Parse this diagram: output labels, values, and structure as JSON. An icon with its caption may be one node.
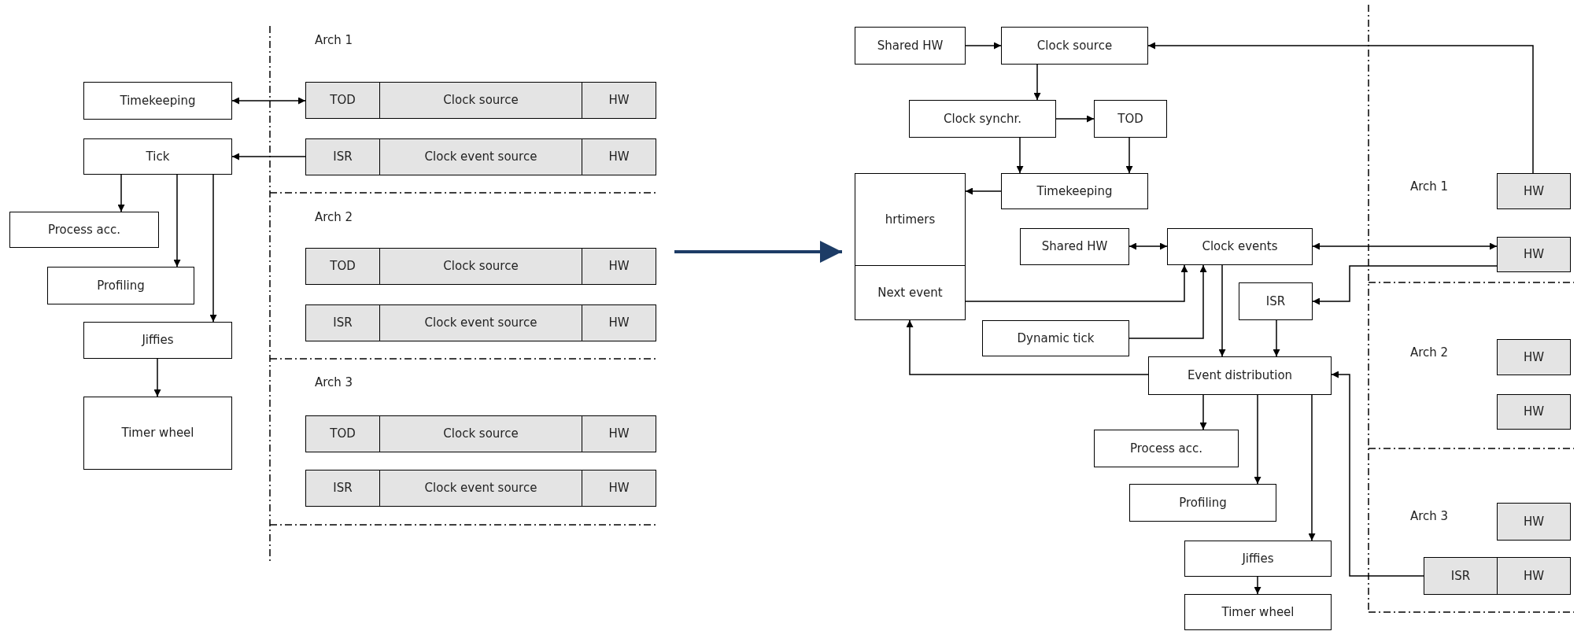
{
  "diagram": {
    "nodes": [
      {
        "text": [
          "Timekeeping"
        ]
      },
      {
        "text": [
          "Tick"
        ]
      },
      {
        "text": [
          "Process acc."
        ]
      },
      {
        "text": [
          "Profiling"
        ]
      },
      {
        "text": [
          "Jiffies"
        ]
      },
      {
        "text": [
          "Timer wheel"
        ]
      },
      {
        "text": [
          "TOD"
        ]
      },
      {
        "text": [
          "Clock source"
        ]
      },
      {
        "text": [
          "HW"
        ]
      },
      {
        "text": [
          "ISR"
        ]
      },
      {
        "text": [
          "Clock event source"
        ]
      },
      {
        "text": [
          "HW"
        ]
      },
      {
        "text": [
          "TOD"
        ]
      },
      {
        "text": [
          "Clock source"
        ]
      },
      {
        "text": [
          "HW"
        ]
      },
      {
        "text": [
          "ISR"
        ]
      },
      {
        "text": [
          "Clock event source"
        ]
      },
      {
        "text": [
          "HW"
        ]
      },
      {
        "text": [
          "TOD"
        ]
      },
      {
        "text": [
          "Clock source"
        ]
      },
      {
        "text": [
          "HW"
        ]
      },
      {
        "text": [
          "ISR"
        ]
      },
      {
        "text": [
          "Clock event source"
        ]
      },
      {
        "text": [
          "HW"
        ]
      },
      {
        "text": [
          "Shared HW"
        ]
      },
      {
        "text": [
          "Clock source"
        ]
      },
      {
        "text": [
          "Clock synchr."
        ]
      },
      {
        "text": [
          "TOD"
        ]
      },
      {
        "text": [
          "Timekeeping"
        ]
      },
      {
        "text": [
          "hrtimers"
        ]
      },
      {
        "text": [
          "Next event"
        ]
      },
      {
        "text": [
          "Shared HW"
        ]
      },
      {
        "text": [
          "Clock events"
        ]
      },
      {
        "text": [
          "ISR"
        ]
      },
      {
        "text": [
          "Dynamic tick"
        ]
      },
      {
        "text": [
          "Event distribution"
        ]
      },
      {
        "text": [
          "Process acc."
        ]
      },
      {
        "text": [
          "Profiling"
        ]
      },
      {
        "text": [
          "Jiffies"
        ]
      },
      {
        "text": [
          "Timer wheel"
        ]
      },
      {
        "text": [
          "HW"
        ]
      },
      {
        "text": [
          "HW"
        ]
      },
      {
        "text": [
          "HW"
        ]
      },
      {
        "text": [
          "HW"
        ]
      },
      {
        "text": [
          "HW"
        ]
      },
      {
        "text": [
          "ISR"
        ]
      },
      {
        "text": [
          "HW"
        ]
      }
    ],
    "edges": [
      {
        "from": 0,
        "to": 6,
        "arrow": "both"
      },
      {
        "from": 9,
        "to": 1,
        "arrow": "to"
      },
      {
        "from": 1,
        "to": 2,
        "arrow": "to"
      },
      {
        "from": 1,
        "to": 3,
        "arrow": "to"
      },
      {
        "from": 1,
        "to": 4,
        "arrow": "to"
      },
      {
        "from": 4,
        "to": 5,
        "arrow": "to"
      },
      {
        "from": 24,
        "to": 25,
        "arrow": "to"
      },
      {
        "from": 40,
        "to": 25,
        "arrow": "to"
      },
      {
        "from": 25,
        "to": 26,
        "arrow": "to"
      },
      {
        "from": 26,
        "to": 27,
        "arrow": "to"
      },
      {
        "from": 26,
        "to": 28,
        "arrow": "to"
      },
      {
        "from": 27,
        "to": 28,
        "arrow": "to"
      },
      {
        "from": 28,
        "to": 29,
        "arrow": "to"
      },
      {
        "from": 31,
        "to": 32,
        "arrow": "both"
      },
      {
        "from": 32,
        "to": 41,
        "arrow": "both"
      },
      {
        "from": 41,
        "to": 33,
        "arrow": "to"
      },
      {
        "from": 30,
        "to": 32,
        "arrow": "to"
      },
      {
        "from": 34,
        "to": 32,
        "arrow": "to"
      },
      {
        "from": 32,
        "to": 35,
        "arrow": "to"
      },
      {
        "from": 33,
        "to": 35,
        "arrow": "to"
      },
      {
        "from": 35,
        "to": 30,
        "arrow": "to"
      },
      {
        "from": 45,
        "to": 35,
        "arrow": "to"
      },
      {
        "from": 35,
        "to": 36,
        "arrow": "to"
      },
      {
        "from": 35,
        "to": 37,
        "arrow": "to"
      },
      {
        "from": 35,
        "to": 38,
        "arrow": "to"
      },
      {
        "from": 38,
        "to": 39,
        "arrow": "to"
      }
    ],
    "labels": [
      "Arch 1",
      "Arch 2",
      "Arch 3",
      "Arch 1",
      "Arch 2",
      "Arch 3"
    ]
  }
}
